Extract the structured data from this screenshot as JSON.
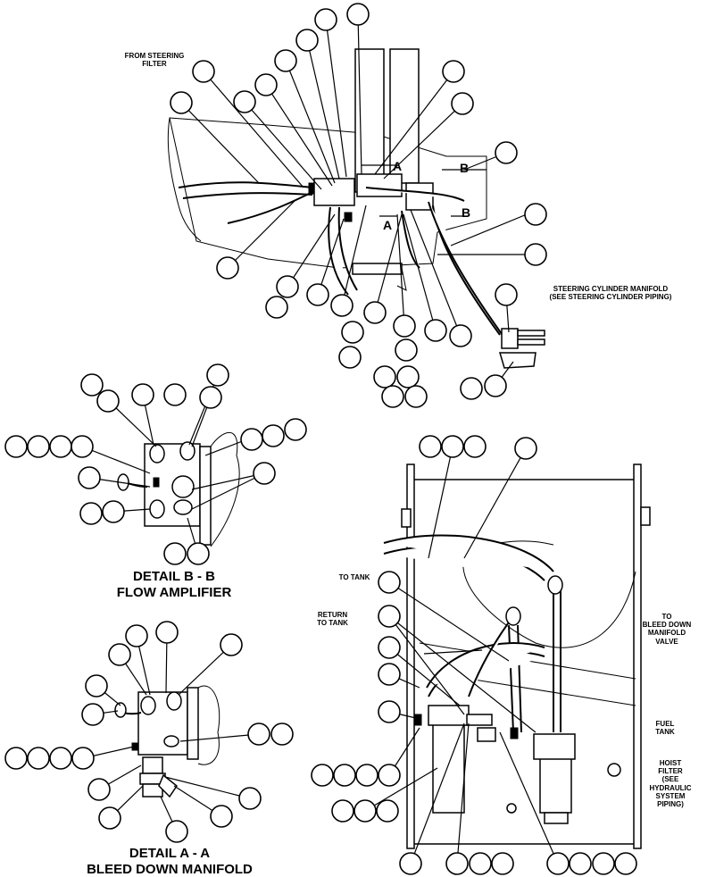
{
  "labels": {
    "from_steering_filter": "FROM STEERING\nFILTER",
    "section_a": "A",
    "section_b": "B",
    "steering_cylinder_manifold": "STEERING CYLINDER MANIFOLD\n(SEE STEERING CYLINDER PIPING)",
    "to_tank": "TO TANK",
    "return_to_tank": "RETURN\nTO TANK",
    "to_bleed_down_manifold_valve": "TO\nBLEED DOWN\nMANIFOLD\nVALVE",
    "fuel_tank": "FUEL\nTANK",
    "hoist_filter": "HOIST\nFILTER\n(SEE\nHYDRAULIC\nSYSTEM\nPIPING)"
  },
  "details": {
    "b_title": "DETAIL B - B",
    "b_subtitle": "FLOW AMPLIFIER",
    "a_title": "DETAIL A - A",
    "a_subtitle": "BLEED DOWN MANIFOLD"
  }
}
